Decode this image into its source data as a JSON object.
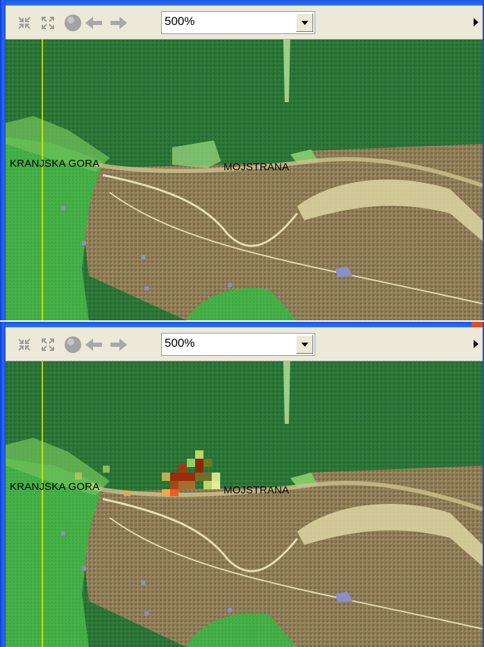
{
  "toolbar": {
    "zoom_value": "500%",
    "icons": [
      "zoom-in-icon",
      "zoom-out-icon",
      "globe-icon",
      "back-arrow-icon",
      "forward-arrow-icon",
      "dropdown-arrow-icon",
      "more-arrow-icon"
    ]
  },
  "map": {
    "labels": {
      "kranjska_gora": "KRANJSKA GORA",
      "mojstrana": "MOJSTRANA"
    },
    "colors": {
      "forest": "#2d7a3a",
      "meadow": "#49b84a",
      "urban": "#8c7b55",
      "sand": "#d8cf9e",
      "water": "#8a8fc8",
      "boundary": "#e9f400",
      "hotspot": "#9a2b0b"
    }
  }
}
